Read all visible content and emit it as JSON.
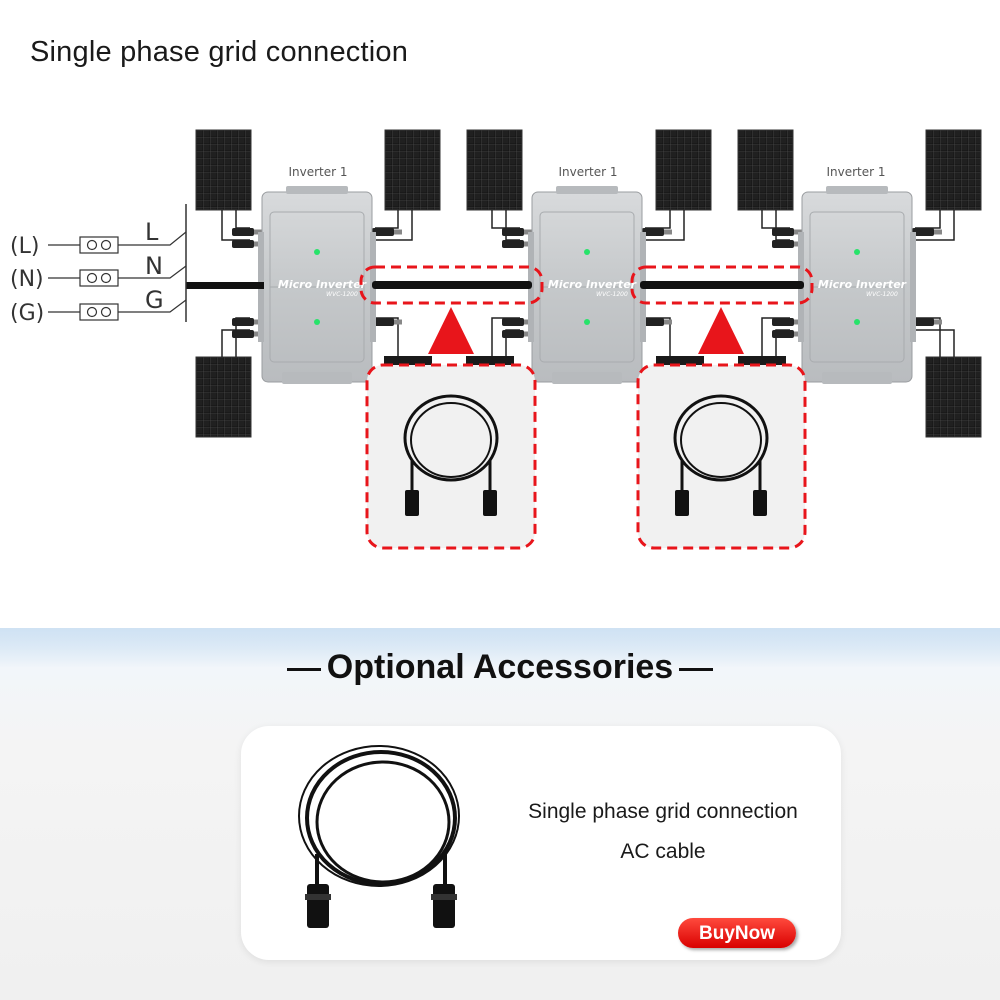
{
  "page": {
    "title": "Single phase grid connection"
  },
  "diagram": {
    "inverters": [
      {
        "label": "Inverter 1",
        "brand": "Micro Inverter",
        "model": "WVC-1200"
      },
      {
        "label": "Inverter 1",
        "brand": "Micro Inverter",
        "model": "WVC-1200"
      },
      {
        "label": "Inverter 1",
        "brand": "Micro Inverter",
        "model": "WVC-1200"
      }
    ],
    "grid_terminals": [
      {
        "label": "(L)",
        "letter": "L"
      },
      {
        "label": "(N)",
        "letter": "N"
      },
      {
        "label": "(G)",
        "letter": "G"
      }
    ],
    "colors": {
      "highlight": "#e8151b",
      "inverter_body": "#c9ccce",
      "panel": "#111111",
      "led": "#27e36a"
    }
  },
  "accessories": {
    "heading": "Optional Accessories",
    "card": {
      "line1": "Single phase grid connection",
      "line2": "AC cable",
      "buy_label": "BuyNow"
    }
  }
}
